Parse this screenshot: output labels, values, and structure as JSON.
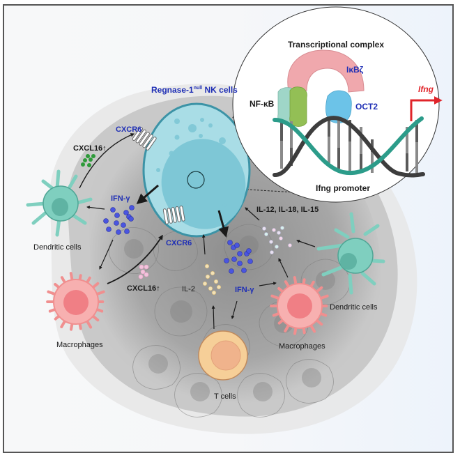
{
  "figure": {
    "type": "graphical-abstract",
    "colors": {
      "label_blue": "#1f2fb5",
      "ifng_red": "#e0242a",
      "nk_cell": "#a9dde6",
      "nk_nucleus": "#7ec7d6",
      "dendritic": "#7fcfbf",
      "macrophage": "#f5a3a3",
      "t_cell": "#f6cf98",
      "cxcl16_dc": "#2e9a3a",
      "cxcl16_mac": "#f2c4dc",
      "ifn_gamma": "#3a45d6",
      "il2": "#f1dcaa",
      "dna_teal": "#2c9c8a",
      "dna_dark": "#3d3d3d",
      "ikbz": "#f0a8ad",
      "nfkb_a": "#9fd6c8",
      "nfkb_b": "#93bf55",
      "oct2": "#6cc3e8"
    },
    "inset": {
      "title": "Transcriptional complex",
      "proteins": [
        {
          "name": "NF-κB"
        },
        {
          "name": "IκBζ"
        },
        {
          "name": "OCT2"
        }
      ],
      "gene_label": "Ifng",
      "promoter_label": "Ifng promoter"
    },
    "labels": {
      "nk_cells_prefix": "Regnase-1",
      "nk_cells_superscript": "null",
      "nk_cells_suffix": " NK cells",
      "cxcr6_top": "CXCR6",
      "cxcr6_bottom": "CXCR6",
      "cxcl16_top": "CXCL16↑",
      "cxcl16_bottom": "CXCL16↑",
      "ifng_left": "IFN-γ",
      "ifng_right": "IFN-γ",
      "il2": "IL-2",
      "il_cytokines": "IL-12, IL-18, IL-15",
      "dendritic_left": "Dendritic cells",
      "dendritic_right": "Dendritic cells",
      "macrophages_left": "Macrophages",
      "macrophages_right": "Macrophages",
      "t_cells": "T cells"
    }
  }
}
